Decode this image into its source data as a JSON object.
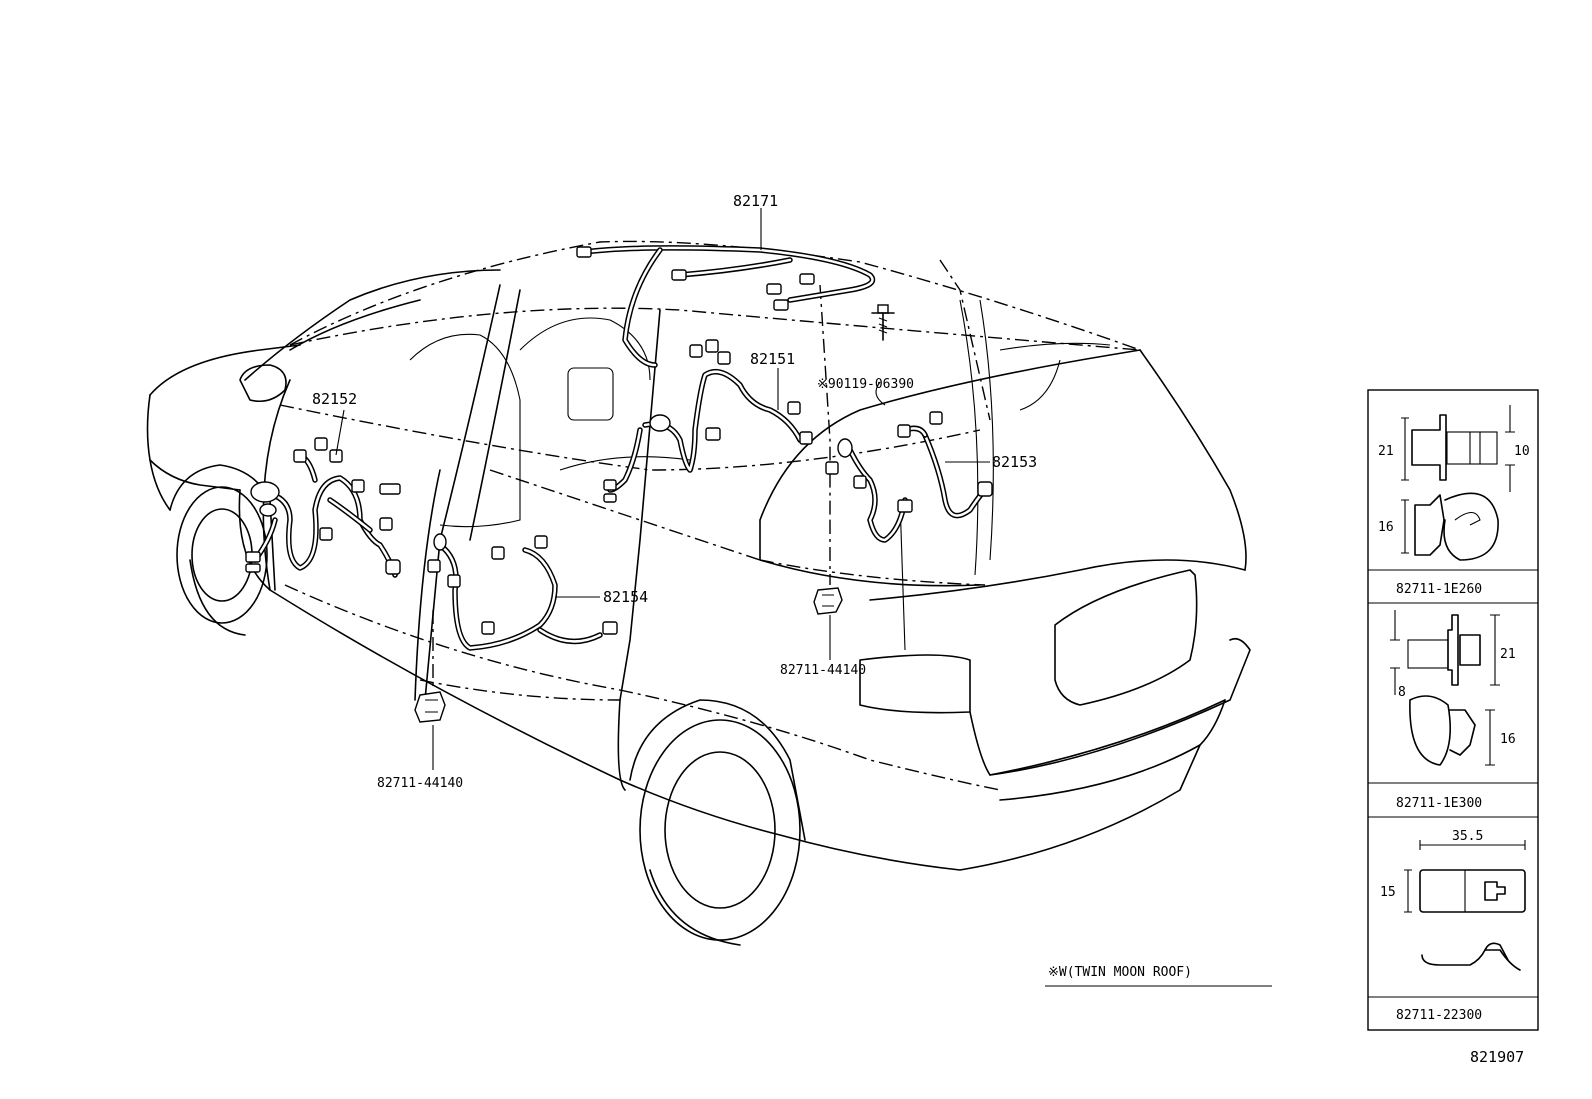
{
  "parts": {
    "p82171": "82171",
    "p82151": "82151",
    "p82152": "82152",
    "p82153": "82153",
    "p82154": "82154",
    "bolt": "※90119-06390",
    "clamp_left": "82711-44140",
    "clamp_right": "82711-44140"
  },
  "note": "※W(TWIN MOON ROOF)",
  "clip_panel": {
    "clip1": {
      "part": "82711-1E260",
      "dim_a": "21",
      "dim_b": "10",
      "dim_c": "16"
    },
    "clip2": {
      "part": "82711-1E300",
      "dim_a": "21",
      "dim_b": "8",
      "dim_c": "16"
    },
    "clip3": {
      "part": "82711-22300",
      "dim_a": "35.5",
      "dim_b": "15"
    }
  },
  "figure_id": "821907",
  "icons": [
    "clip-icon",
    "bolt-icon",
    "connector-icon"
  ]
}
